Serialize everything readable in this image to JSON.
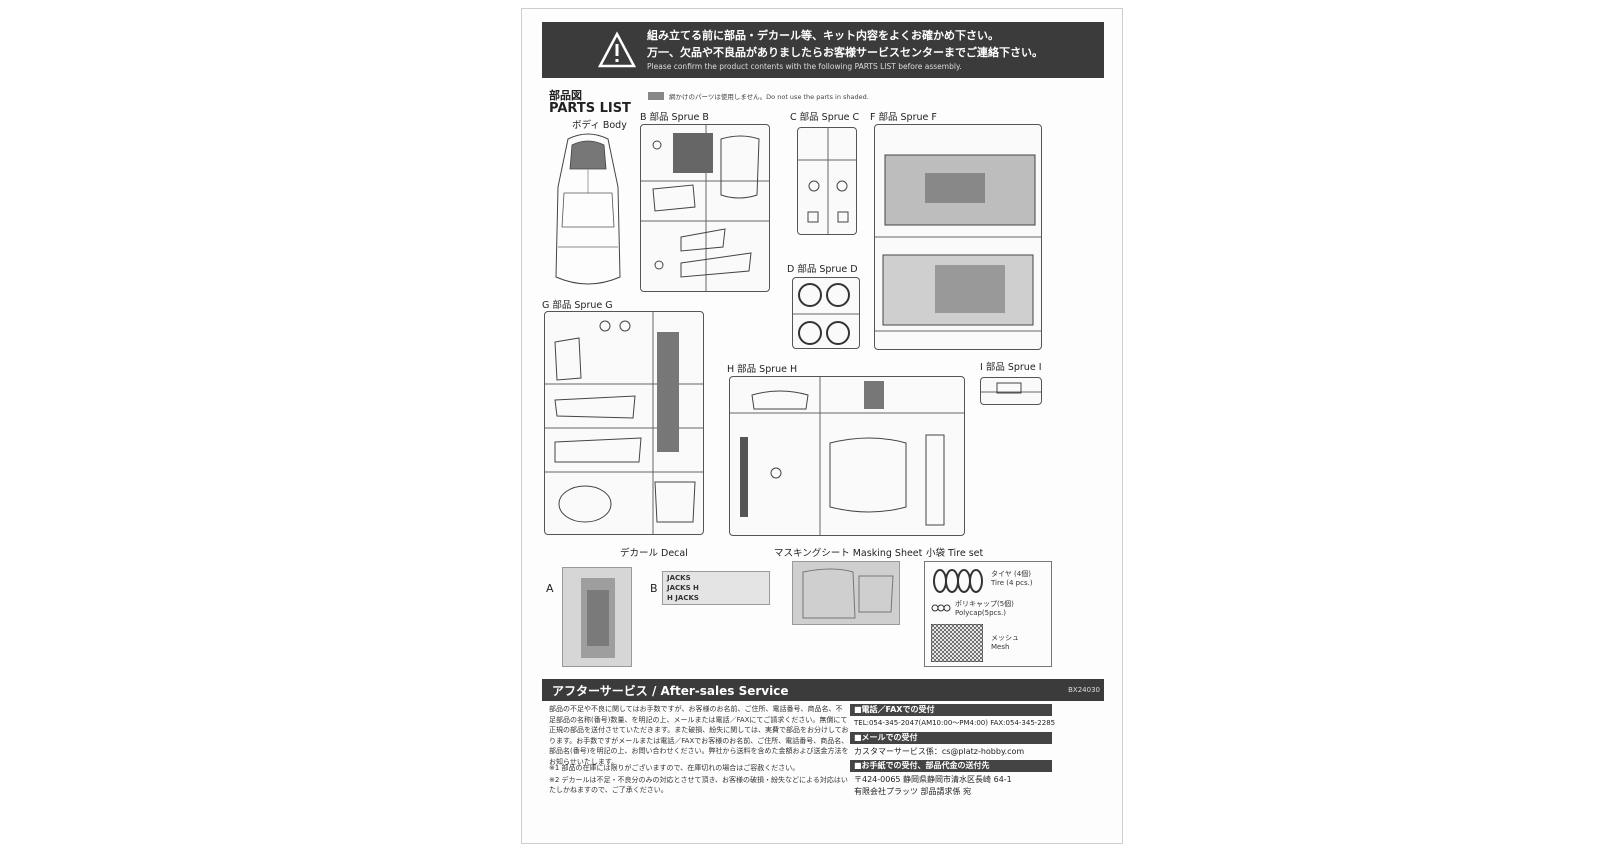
{
  "header": {
    "line1": "組み立てる前に部品・デカール等、キット内容をよくお確かめ下さい。",
    "line2": "万一、欠品や不良品がありましたらお客様サービスセンターまでご連絡下さい。",
    "line3": "Please confirm the product contents with the following PARTS LIST before assembly."
  },
  "parts_list": {
    "title_jp": "部品図",
    "title_en": "PARTS LIST",
    "shaded_note": "網かけのパーツは使用しません。Do not use the parts in shaded."
  },
  "labels": {
    "body": "ボディ  Body",
    "sprue_b": "B 部品 Sprue B",
    "sprue_c": "C 部品 Sprue C",
    "sprue_f": "F 部品 Sprue F",
    "sprue_d": "D 部品 Sprue D",
    "sprue_g": "G 部品 Sprue G",
    "sprue_h": "H 部品 Sprue H",
    "sprue_i": "I 部品 Sprue I",
    "decal": "デカール Decal",
    "masking": "マスキングシート Masking Sheet",
    "tire_set": "小袋 Tire set",
    "decal_a": "A",
    "decal_b": "B"
  },
  "decal_b_text": [
    "JACKS",
    "JACKS H",
    "H JACKS"
  ],
  "tire_set": {
    "tire_jp": "タイヤ (4個)",
    "tire_en": "Tire (4 pcs.)",
    "polycap_jp": "ポリキャップ(5個)",
    "polycap_en": "Polycap(5pcs.)",
    "mesh_jp": "メッシュ",
    "mesh_en": "Mesh"
  },
  "after_sales": {
    "title": "アフターサービス / After-sales Service",
    "code": "BX24030",
    "body": "部品の不足や不良に関してはお手数ですが、お客様のお名前、ご住所、電話番号、商品名、不足部品の名称(番号)数量、を明記の上、メールまたは電話／FAXにてご請求ください。無償にて正規の部品を送付させていただきます。また破損、紛失に関しては、実費で部品をお分けしております。お手数ですがメールまたは電話／FAXでお客様のお名前、ご住所、電話番号、商品名、部品名(番号)を明記の上、お問い合わせください。弊社から送料を含めた金額および送金方法をお知らせいたします。",
    "note1": "※1  部品の在庫には限りがございますので、在庫切れの場合はご容赦ください。",
    "note2": "※2  デカールは不足・不良分のみの対応とさせて頂き、お客様の破損・紛失などによる対応はいたしかねますので、ご了承ください。",
    "tel_header": "■電話／FAXでの受付",
    "tel": "TEL:054-345-2047(AM10:00〜PM4:00)  FAX:054-345-2285",
    "mail_header": "■メールでの受付",
    "mail": "カスタマーサービス係：cs@platz-hobby.com",
    "post_header": "■お手紙での受付、部品代金の送付先",
    "post_addr": "〒424-0065  静岡県静岡市清水区長崎 64-1",
    "post_to": "有限会社プラッツ  部品請求係 宛"
  }
}
